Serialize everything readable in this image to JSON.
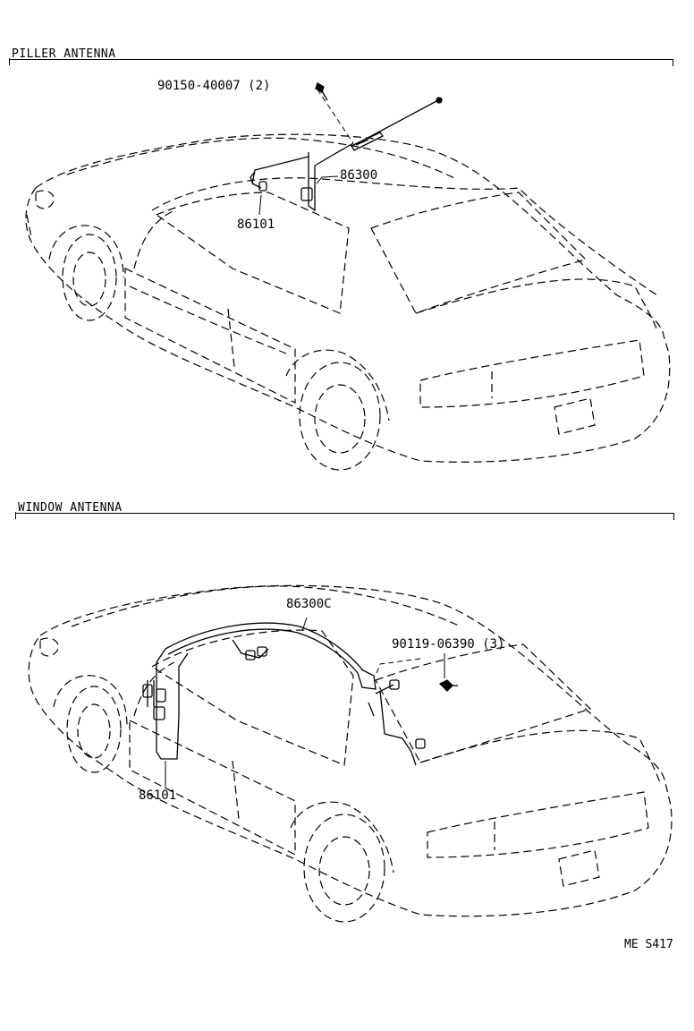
{
  "sections": [
    {
      "title": "PILLER ANTENNA",
      "labels": {
        "bolt": "90150-40007 (2)",
        "antenna": "86300",
        "cable": "86101"
      }
    },
    {
      "title": "WINDOW ANTENNA",
      "labels": {
        "cable_assy": "86300C",
        "screw": "90119-06390 (3)",
        "cable": "86101"
      }
    }
  ],
  "footer": {
    "code": "ME S417"
  }
}
